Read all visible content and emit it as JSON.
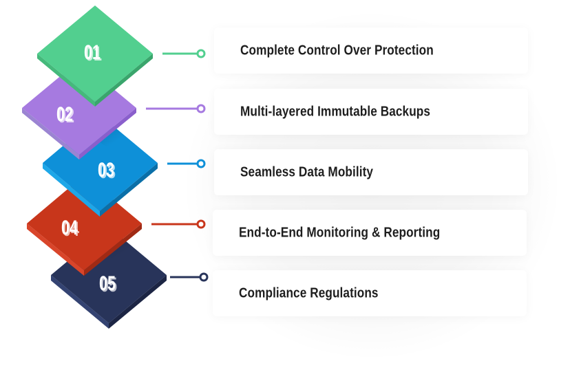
{
  "steps": [
    {
      "number": "01",
      "label": "Complete Control Over Protection",
      "color": "#52cf8f"
    },
    {
      "number": "02",
      "label": "Multi-layered Immutable Backups",
      "color": "#a67ae0"
    },
    {
      "number": "03",
      "label": "Seamless Data Mobility",
      "color": "#0e90d8"
    },
    {
      "number": "04",
      "label": "End-to-End Monitoring & Reporting",
      "color": "#c8361b"
    },
    {
      "number": "05",
      "label": "Compliance Regulations",
      "color": "#28345a"
    }
  ]
}
